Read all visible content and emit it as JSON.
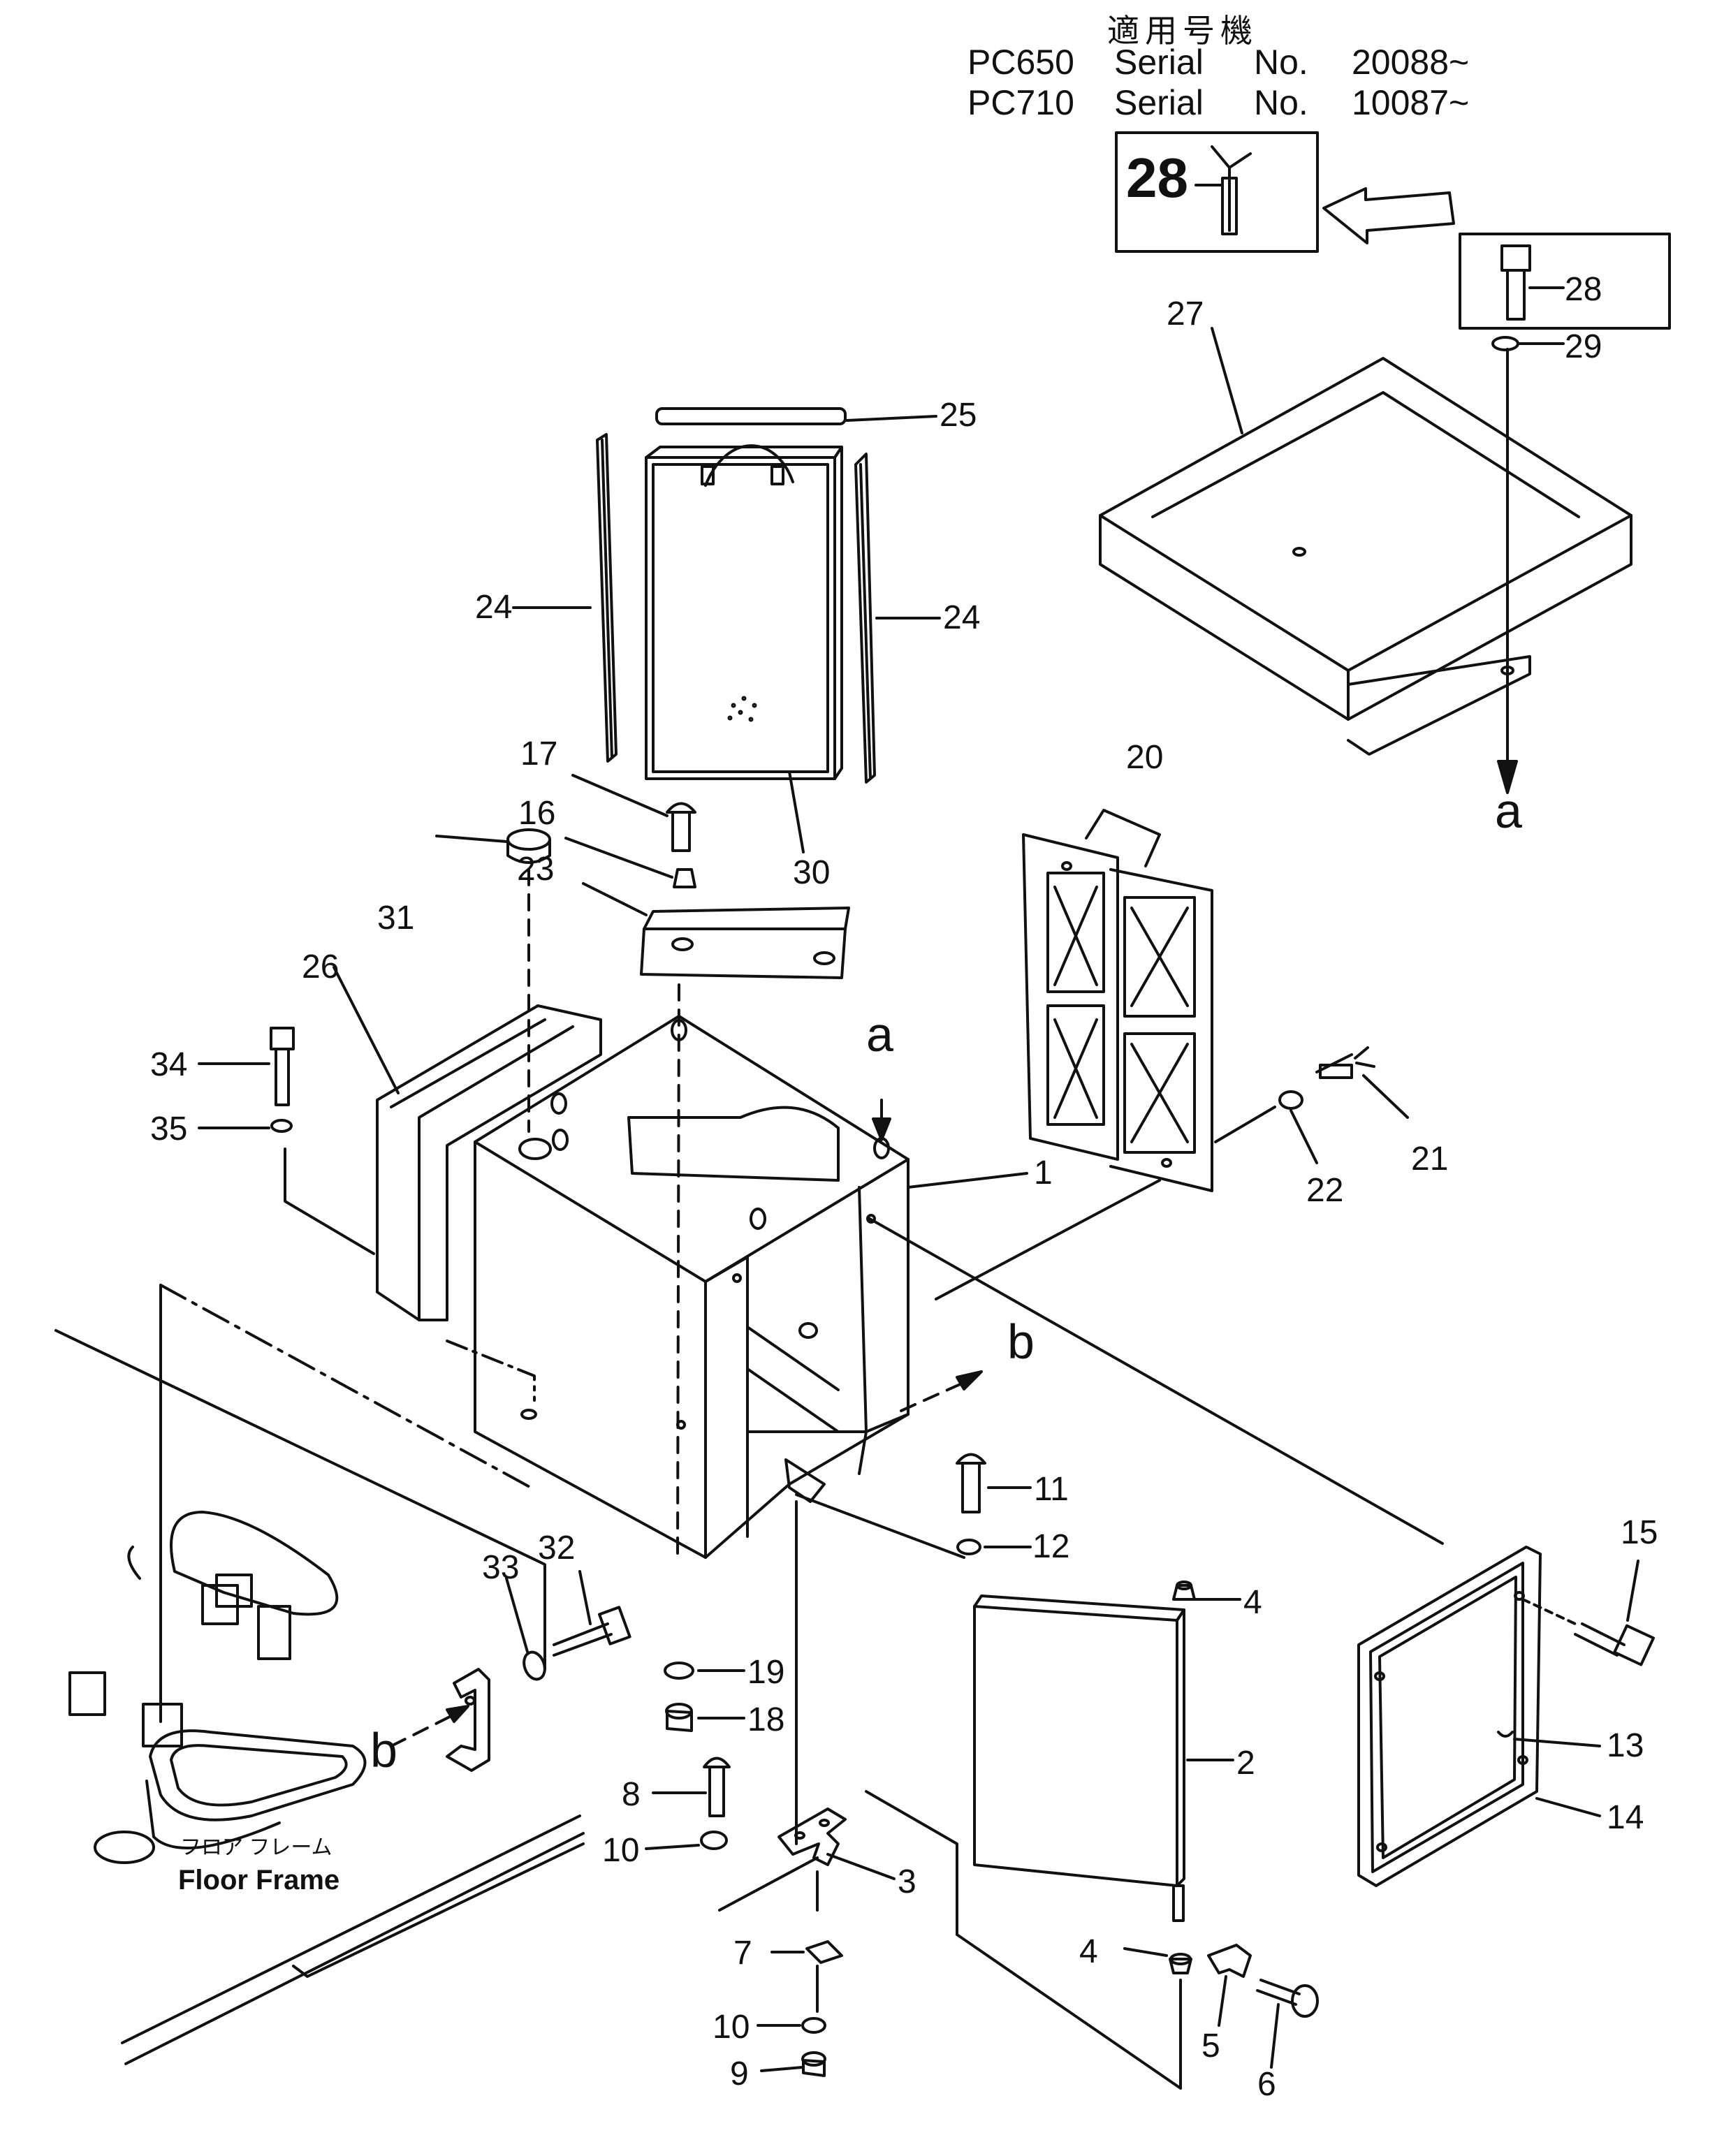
{
  "header": {
    "applicable_machines_jp": "適用号機",
    "rows": [
      {
        "model": "PC650",
        "serial_label": "Serial",
        "no_label": "No.",
        "serial": "20088~"
      },
      {
        "model": "PC710",
        "serial_label": "Serial",
        "no_label": "No.",
        "serial": "10087~"
      }
    ]
  },
  "inset_big_label": "28",
  "view_markers": {
    "a": "a",
    "b": "b"
  },
  "floor_frame": {
    "jp": "フロア フレーム",
    "en": "Floor Frame"
  },
  "callouts": {
    "n1": "1",
    "n2": "2",
    "n3": "3",
    "n4a": "4",
    "n4b": "4",
    "n5": "5",
    "n6": "6",
    "n7": "7",
    "n8": "8",
    "n9": "9",
    "n10a": "10",
    "n10b": "10",
    "n11": "11",
    "n12": "12",
    "n13": "13",
    "n14": "14",
    "n15": "15",
    "n16": "16",
    "n17": "17",
    "n18": "18",
    "n19": "19",
    "n20": "20",
    "n21": "21",
    "n22": "22",
    "n23": "23",
    "n24a": "24",
    "n24b": "24",
    "n25": "25",
    "n26": "26",
    "n27": "27",
    "n28": "28",
    "n29": "29",
    "n30": "30",
    "n31": "31",
    "n32": "32",
    "n33": "33",
    "n34": "34",
    "n35": "35"
  }
}
